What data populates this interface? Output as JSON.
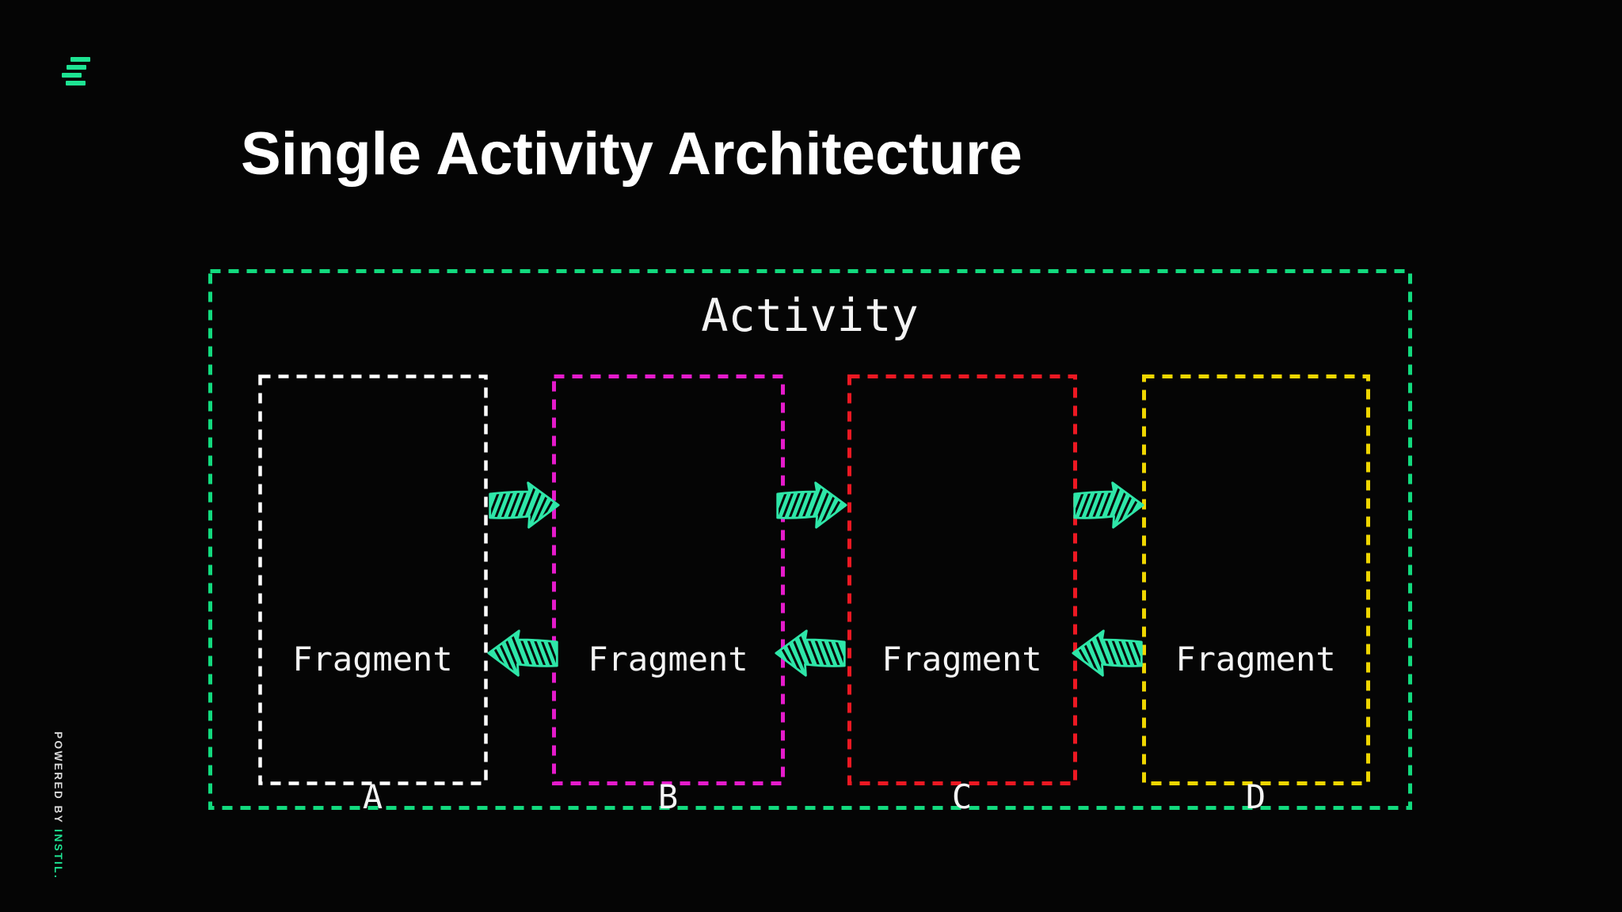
{
  "slide": {
    "title": "Single Activity Architecture"
  },
  "brand": {
    "powered_by": "POWERED BY ",
    "name": "INSTIL."
  },
  "colors": {
    "background": "#050505",
    "title_text": "#ffffff",
    "label_text": "#f4f4f4",
    "container_border": "#12da7e",
    "arrow": "#2ee6a8",
    "logo": "#1ee493"
  },
  "diagram": {
    "container_label": "Activity",
    "fragments": [
      {
        "name": "Fragment A",
        "line1": "Fragment",
        "line2": "A",
        "color": "#ffffff"
      },
      {
        "name": "Fragment B",
        "line1": "Fragment",
        "line2": "B",
        "color": "#e51bcb"
      },
      {
        "name": "Fragment C",
        "line1": "Fragment",
        "line2": "C",
        "color": "#ed1822"
      },
      {
        "name": "Fragment D",
        "line1": "Fragment",
        "line2": "D",
        "color": "#efd600"
      }
    ],
    "arrows": [
      {
        "from": "Fragment A",
        "to": "Fragment B",
        "direction": "right"
      },
      {
        "from": "Fragment B",
        "to": "Fragment A",
        "direction": "left"
      },
      {
        "from": "Fragment B",
        "to": "Fragment C",
        "direction": "right"
      },
      {
        "from": "Fragment C",
        "to": "Fragment B",
        "direction": "left"
      },
      {
        "from": "Fragment C",
        "to": "Fragment D",
        "direction": "right"
      },
      {
        "from": "Fragment D",
        "to": "Fragment C",
        "direction": "left"
      }
    ]
  }
}
